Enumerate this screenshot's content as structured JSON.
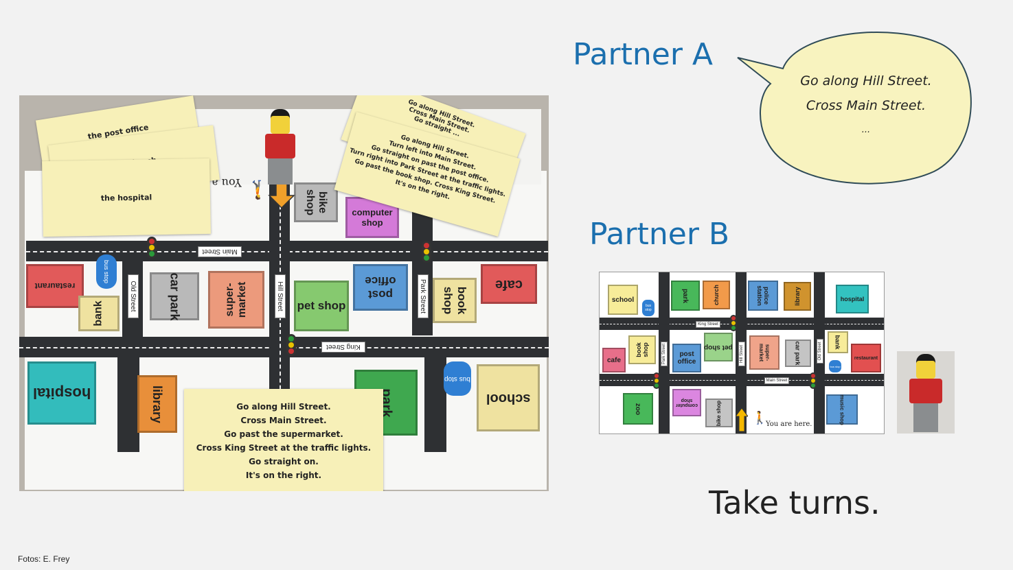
{
  "partner_a": {
    "title": "Partner A",
    "bubble_lines": [
      "Go along Hill Street.",
      "Cross Main Street.",
      "..."
    ]
  },
  "partner_b": {
    "title": "Partner B"
  },
  "take_turns": "Take turns.",
  "credit": "Fotos: E. Frey",
  "photo": {
    "cards_left": [
      "the post office",
      "the church",
      "the hospital"
    ],
    "card_right_back": [
      "Go along Hill Street.",
      "Cross Main Street.",
      "Go straight ..."
    ],
    "card_right_front": [
      "Go along Hill Street.",
      "Turn left into Main Street.",
      "Go straight on past the post office.",
      "Turn right into Park Street at the traffic lights.",
      "Go past the book shop. Cross King Street.",
      "It's on the right."
    ],
    "card_bottom": [
      "Go along Hill Street.",
      "Cross Main Street.",
      "Go past the supermarket.",
      "Cross King Street at the traffic lights.",
      "Go straight on.",
      "It's on the right."
    ],
    "streets": {
      "main": "Main Street",
      "king": "King Street",
      "old": "Old Street",
      "hill": "Hill Street",
      "park": "Park Street"
    },
    "you_are_here_partial": "You a",
    "buildings": {
      "bike_shop": "bike shop",
      "computer_shop": "computer shop",
      "restaurant": "restaurant",
      "bus_stop": "bus stop",
      "bank": "bank",
      "car_park": "car park",
      "supermarket": "super-market",
      "pet_shop": "pet shop",
      "post_office": "post office",
      "book_shop": "book shop",
      "cafe": "cafe",
      "hospital": "hospital",
      "library": "library",
      "park": "park",
      "school": "school"
    }
  },
  "map_b": {
    "row1": [
      "school",
      "bus stop",
      "park",
      "church",
      "police station",
      "library",
      "hospital"
    ],
    "row2": [
      "cafe",
      "book shop",
      "post office",
      "pet shop",
      "super-market",
      "car park",
      "bank",
      "bus stop",
      "restaurant"
    ],
    "row3": [
      "zoo",
      "computer shop",
      "bike shop",
      "music shop"
    ],
    "streets": {
      "king": "King Street",
      "main": "Main Street",
      "park": "Park Street",
      "hill": "Hill Street",
      "old": "Old Street"
    },
    "you_are_here": "You are here."
  },
  "colors": {
    "title_blue": "#1b6fae",
    "card_yellow": "#f7f0b8",
    "bubble_yellow": "#f8f3bf"
  }
}
